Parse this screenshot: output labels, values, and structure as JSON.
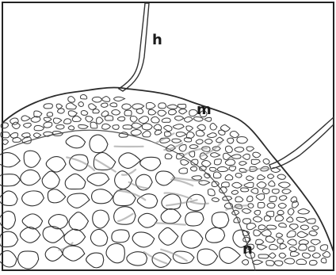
{
  "figure": {
    "labels": {
      "h": "h",
      "m": "m",
      "n": "n"
    },
    "colors": {
      "frame": "#222222",
      "ink": "#3a3a3a",
      "shade": "#8a8a8a",
      "background": "#ffffff"
    }
  }
}
